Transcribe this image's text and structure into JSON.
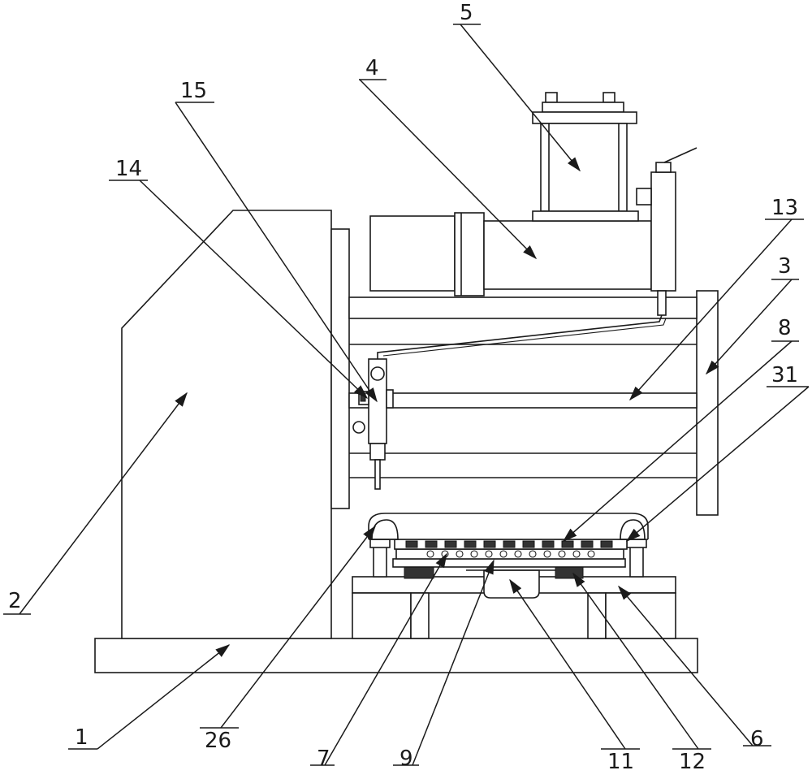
{
  "labels": [
    {
      "id": "label-1",
      "text": "1"
    },
    {
      "id": "label-2",
      "text": "2"
    },
    {
      "id": "label-3",
      "text": "3"
    },
    {
      "id": "label-4",
      "text": "4"
    },
    {
      "id": "label-5",
      "text": "5"
    },
    {
      "id": "label-6",
      "text": "6"
    },
    {
      "id": "label-7",
      "text": "7"
    },
    {
      "id": "label-8",
      "text": "8"
    },
    {
      "id": "label-9",
      "text": "9"
    },
    {
      "id": "label-11",
      "text": "11"
    },
    {
      "id": "label-12",
      "text": "12"
    },
    {
      "id": "label-13",
      "text": "13"
    },
    {
      "id": "label-14",
      "text": "14"
    },
    {
      "id": "label-15",
      "text": "15"
    },
    {
      "id": "label-26",
      "text": "26"
    },
    {
      "id": "label-31",
      "text": "31"
    }
  ]
}
